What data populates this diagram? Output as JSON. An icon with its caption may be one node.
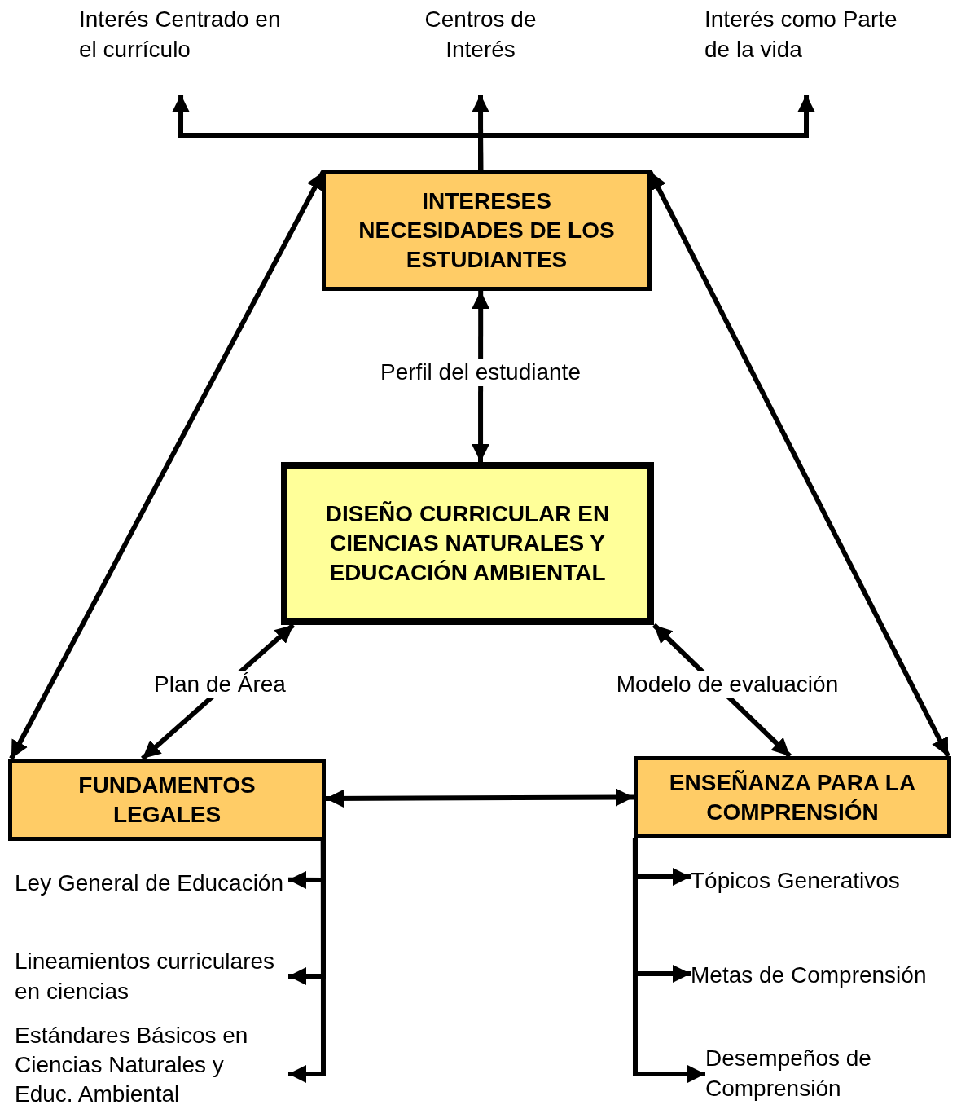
{
  "diagram": {
    "nodes": [
      {
        "text": [
          "Interés Centrado en el currículo"
        ]
      },
      {
        "text": [
          "Centros de Interés"
        ]
      },
      {
        "text": [
          "Interés como Parte de la vida"
        ]
      },
      {
        "text": [
          "INTERESES NECESIDADES DE LOS ESTUDIANTES"
        ]
      },
      {
        "text": [
          "DISEÑO CURRICULAR EN CIENCIAS NATURALES Y EDUCACIÓN AMBIENTAL"
        ]
      },
      {
        "text": [
          "FUNDAMENTOS LEGALES"
        ]
      },
      {
        "text": [
          "ENSEÑANZA PARA LA COMPRENSIÓN"
        ]
      },
      {
        "text": [
          "Ley General de Educación"
        ]
      },
      {
        "text": [
          "Lineamientos curriculares en ciencias"
        ]
      },
      {
        "text": [
          "Estándares Básicos en Ciencias Naturales y Educ. Ambiental"
        ]
      },
      {
        "text": [
          "Tópicos Generativos"
        ]
      },
      {
        "text": [
          "Metas de Comprensión"
        ]
      },
      {
        "text": [
          "Desempeños de Comprensión"
        ]
      }
    ],
    "edges": [
      {
        "from": 3,
        "to": 0,
        "arrow": "to"
      },
      {
        "from": 3,
        "to": 1,
        "arrow": "to"
      },
      {
        "from": 3,
        "to": 2,
        "arrow": "to"
      },
      {
        "from": 3,
        "to": 4,
        "arrow": "both",
        "label": "Perfil del estudiante"
      },
      {
        "from": 4,
        "to": 5,
        "arrow": "both",
        "label": "Plan de Área"
      },
      {
        "from": 4,
        "to": 6,
        "arrow": "both",
        "label": "Modelo de evaluación"
      },
      {
        "from": 5,
        "to": 3,
        "arrow": "both"
      },
      {
        "from": 6,
        "to": 3,
        "arrow": "both"
      },
      {
        "from": 5,
        "to": 6,
        "arrow": "both"
      },
      {
        "from": 5,
        "to": 7,
        "arrow": "to"
      },
      {
        "from": 5,
        "to": 8,
        "arrow": "to"
      },
      {
        "from": 5,
        "to": 9,
        "arrow": "to"
      },
      {
        "from": 6,
        "to": 10,
        "arrow": "to"
      },
      {
        "from": 6,
        "to": 11,
        "arrow": "to"
      },
      {
        "from": 6,
        "to": 12,
        "arrow": "to"
      }
    ]
  }
}
